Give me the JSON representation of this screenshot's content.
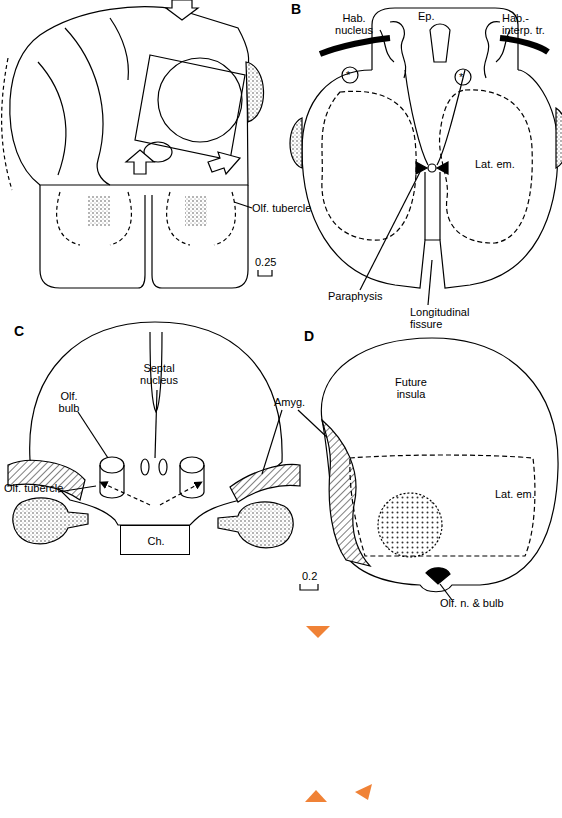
{
  "diagram": {
    "nodes": [
      {
        "text": [
          "Lat. em."
        ]
      },
      {
        "text": [
          "Ch."
        ]
      },
      {
        "text": [
          "Lat. em."
        ]
      }
    ],
    "labels": [
      "Olf. tubercle",
      "0.25",
      "B",
      "Hab. nucleus",
      "Ep.",
      "Hab.- interp. tr.",
      "*",
      "*",
      "Paraphysis",
      "Longitudinal fissure",
      "C",
      "Septal nucleus",
      "Olf. bulb",
      "Amyg.",
      "Olf. tubercle",
      "D",
      "Future insula",
      "0.2",
      "Olf. n. & bulb"
    ]
  }
}
